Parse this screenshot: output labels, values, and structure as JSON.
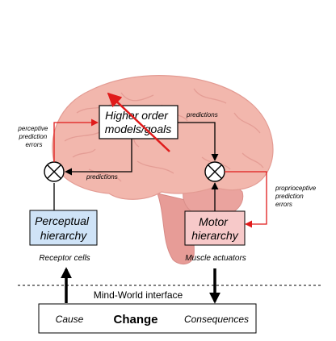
{
  "higher_order": "Higher order\nmodels/goals",
  "perceptual": "Perceptual\nhierarchy",
  "motor": "Motor\nhierarchy",
  "receptor_cells": "Receptor cells",
  "muscle_actuators": "Muscle actuators",
  "predictions_top": "predictions",
  "predictions_mid": "predictions",
  "perceptive_errors": "perceptive\nprediction\nerrors",
  "proprioceptive_errors": "proprioceptive\nprediction\nerrors",
  "interface": "Mind-World interface",
  "cause": "Cause",
  "change": "Change",
  "consequences": "Consequences",
  "colors": {
    "error_arrow": "#e01b1b",
    "perceptual_fill": "#cfe3f7",
    "motor_fill": "#f7c9c9",
    "brain": "#f2b7ad",
    "brain_stem": "#e79c97"
  }
}
